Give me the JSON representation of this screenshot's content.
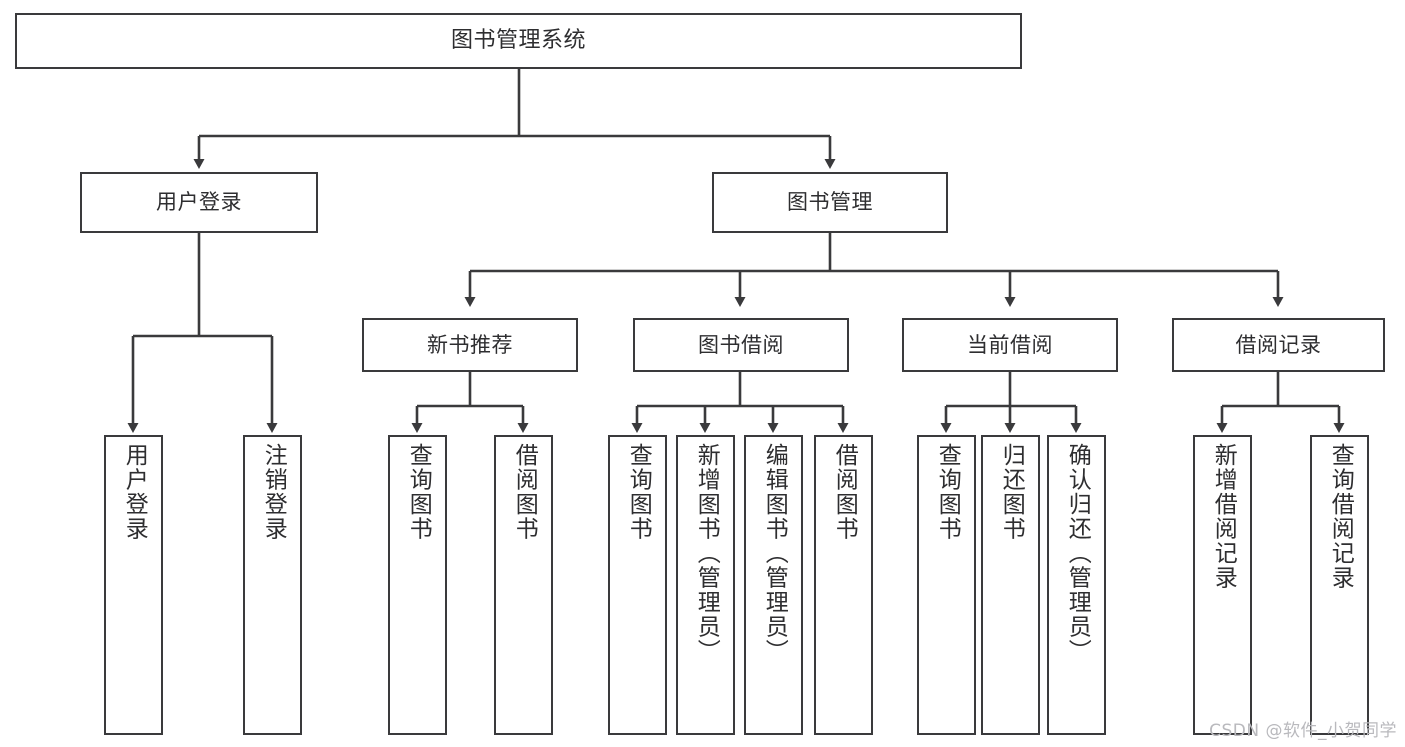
{
  "diagram": {
    "type": "hierarchy-tree",
    "title": "图书管理系统",
    "root": {
      "id": "root",
      "label": "图书管理系统"
    },
    "level2": [
      {
        "id": "user-login",
        "label": "用户登录"
      },
      {
        "id": "book-management",
        "label": "图书管理"
      }
    ],
    "level3": [
      {
        "id": "new-book-recommend",
        "label": "新书推荐",
        "parent": "book-management"
      },
      {
        "id": "book-borrow",
        "label": "图书借阅",
        "parent": "book-management"
      },
      {
        "id": "current-borrow",
        "label": "当前借阅",
        "parent": "book-management"
      },
      {
        "id": "borrow-record",
        "label": "借阅记录",
        "parent": "book-management"
      }
    ],
    "leaves": {
      "user-login": [
        {
          "id": "leaf-user-login",
          "label": "用户登录"
        },
        {
          "id": "leaf-logout",
          "label": "注销登录"
        }
      ],
      "new-book-recommend": [
        {
          "id": "leaf-query-book-1",
          "label": "查询图书"
        },
        {
          "id": "leaf-borrow-book-1",
          "label": "借阅图书"
        }
      ],
      "book-borrow": [
        {
          "id": "leaf-query-book-2",
          "label": "查询图书"
        },
        {
          "id": "leaf-add-book",
          "label": "新增图书（管理员）"
        },
        {
          "id": "leaf-edit-book",
          "label": "编辑图书（管理员）"
        },
        {
          "id": "leaf-borrow-book-2",
          "label": "借阅图书"
        }
      ],
      "current-borrow": [
        {
          "id": "leaf-query-book-3",
          "label": "查询图书"
        },
        {
          "id": "leaf-return-book",
          "label": "归还图书"
        },
        {
          "id": "leaf-confirm-return",
          "label": "确认归还（管理员）"
        }
      ],
      "borrow-record": [
        {
          "id": "leaf-add-record",
          "label": "新增借阅记录"
        },
        {
          "id": "leaf-query-record",
          "label": "查询借阅记录"
        }
      ]
    }
  },
  "watermark": {
    "text": "CSDN @软件_小贺同学"
  },
  "colors": {
    "background": "#ffffff",
    "line": "#3a3a3c",
    "box_fill": "#ffffff",
    "text": "#2e2e30",
    "watermark": "#b9b9bd"
  }
}
